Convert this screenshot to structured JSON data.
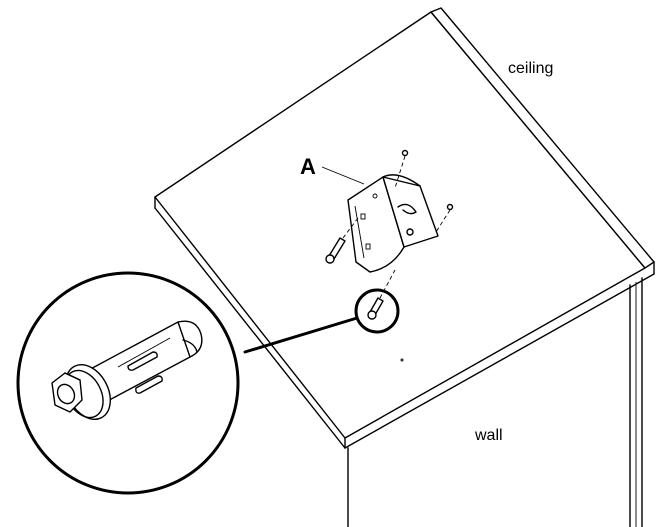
{
  "labels": {
    "part": "A",
    "ceiling": "ceiling",
    "wall": "wall"
  },
  "icons": {
    "bracket": "mounting-bracket-icon",
    "anchor": "expansion-anchor-icon"
  },
  "colors": {
    "line": "#000000",
    "background": "#ffffff"
  }
}
